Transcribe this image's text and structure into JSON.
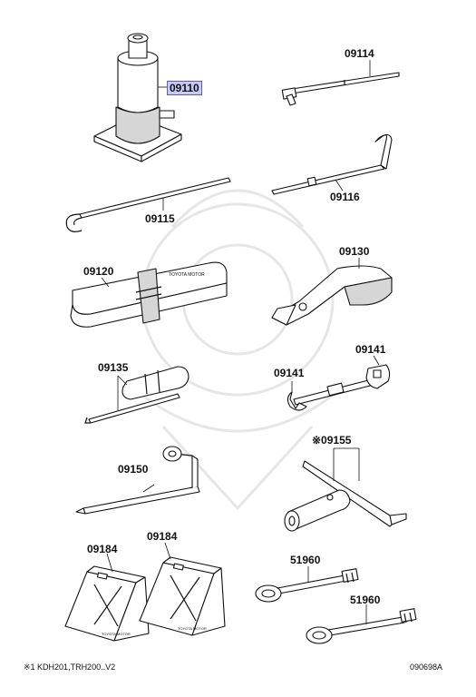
{
  "parts": [
    {
      "id": "jack",
      "label": "09110",
      "highlighted": true
    },
    {
      "id": "handle",
      "label": "09114"
    },
    {
      "id": "bar",
      "label": "09116"
    },
    {
      "id": "hook-bar",
      "label": "09115"
    },
    {
      "id": "tool-bag",
      "label": "09120"
    },
    {
      "id": "pliers",
      "label": "09130"
    },
    {
      "id": "screwdriver",
      "label": "09135"
    },
    {
      "id": "wrench-left",
      "label": "09141"
    },
    {
      "id": "wrench-right",
      "label": "09141"
    },
    {
      "id": "lug-wrench",
      "label": "09150"
    },
    {
      "id": "plug-wrench",
      "label": "※09155"
    },
    {
      "id": "chock-left",
      "label": "09184"
    },
    {
      "id": "chock-right",
      "label": "09184"
    },
    {
      "id": "tow-eye-top",
      "label": "51960"
    },
    {
      "id": "tow-eye-bottom",
      "label": "51960"
    }
  ],
  "footnote": "※1 KDH201,TRH200..V2",
  "diagram_code": "090698A",
  "colors": {
    "highlight_fill": "#c9c9f5",
    "highlight_border": "#5a5ad0",
    "line": "#111111"
  }
}
